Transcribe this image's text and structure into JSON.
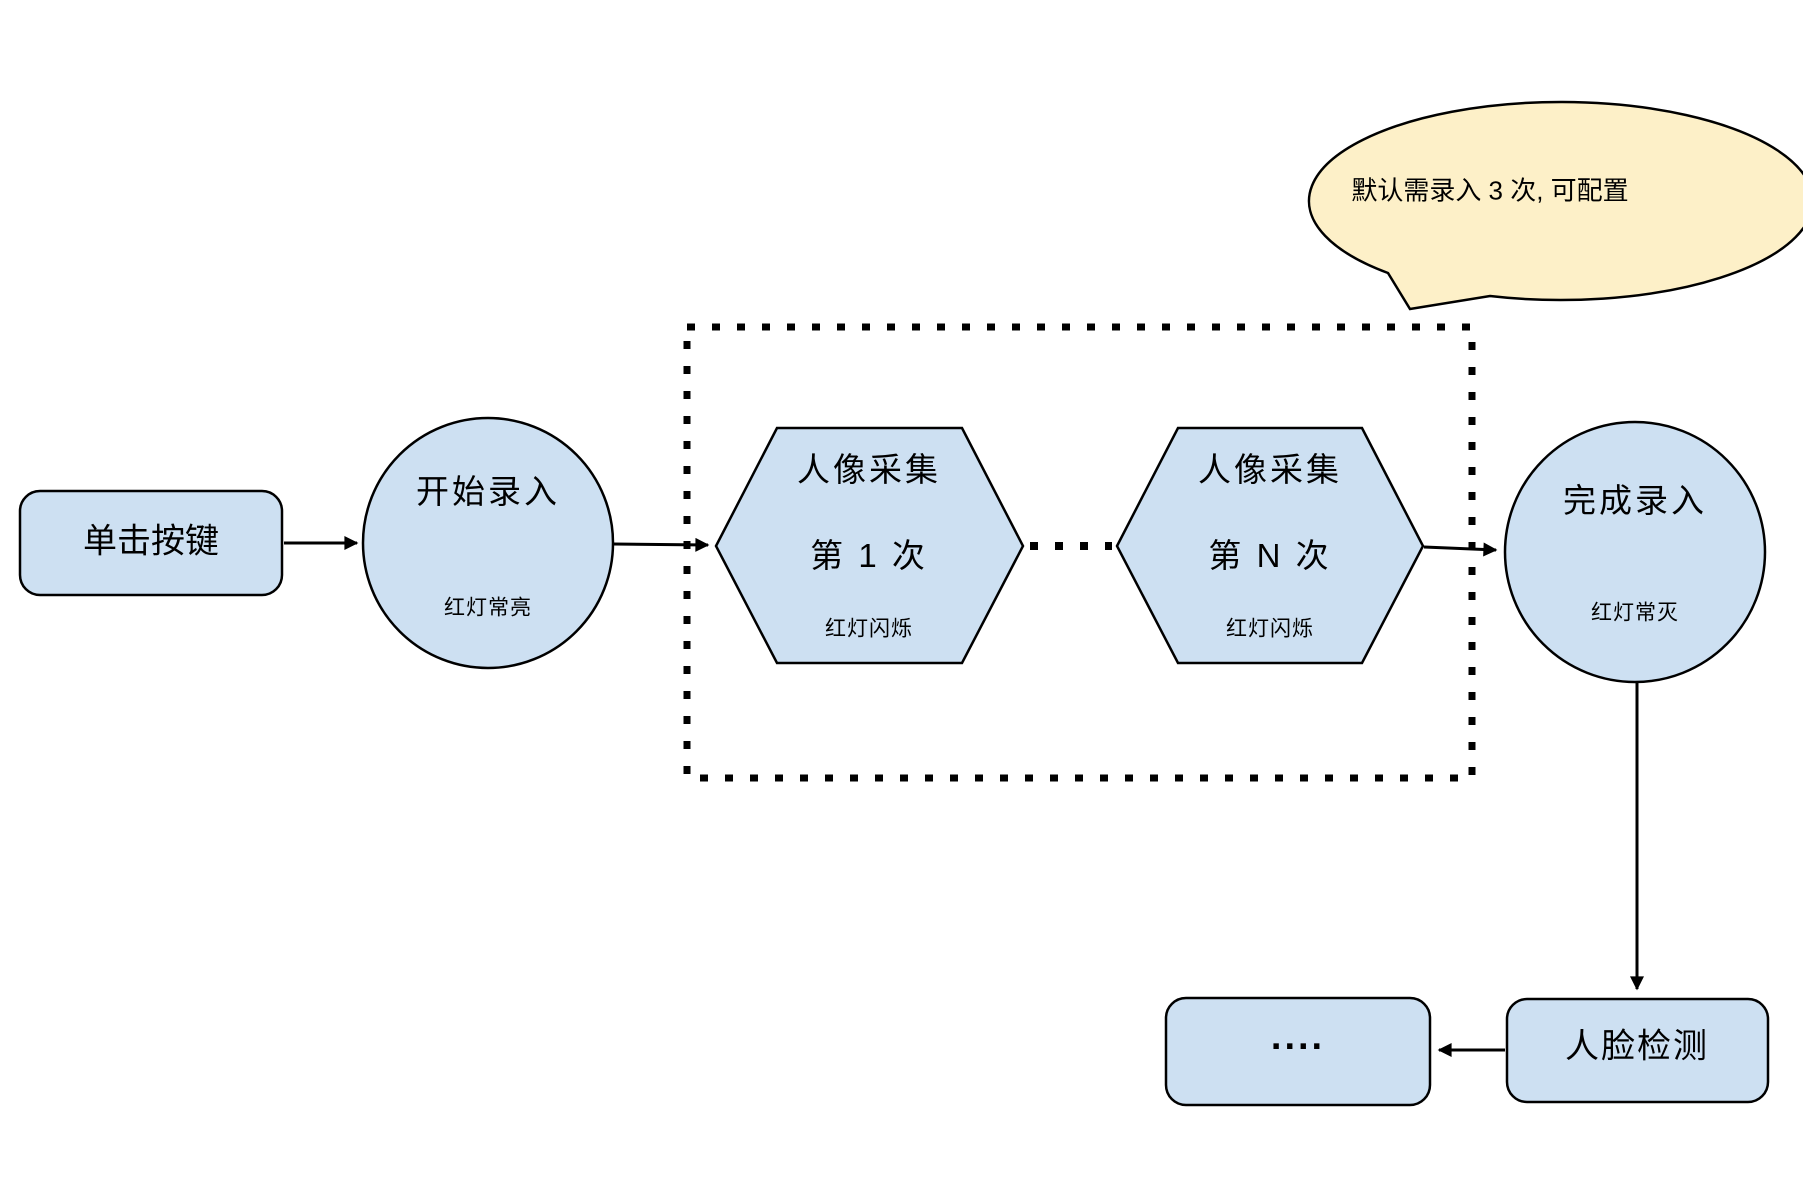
{
  "colors": {
    "node_fill": "#cde0f2",
    "node_stroke": "#000000",
    "callout_fill": "#fdf0c8",
    "background": "#ffffff"
  },
  "nodes": {
    "click_button": {
      "label": "单击按键"
    },
    "start_entry": {
      "title": "开始录入",
      "subtitle": "红灯常亮"
    },
    "capture_first": {
      "title": "人像采集",
      "subtitle": "第 1 次",
      "note": "红灯闪烁"
    },
    "capture_nth": {
      "title": "人像采集",
      "subtitle": "第 N 次",
      "note": "红灯闪烁"
    },
    "finish_entry": {
      "title": "完成录入",
      "subtitle": "红灯常灭"
    },
    "ellipsis": {
      "label": "...."
    },
    "face_detection": {
      "label": "人脸检测"
    }
  },
  "callout": {
    "text": "默认需录入 3 次, 可配置"
  }
}
